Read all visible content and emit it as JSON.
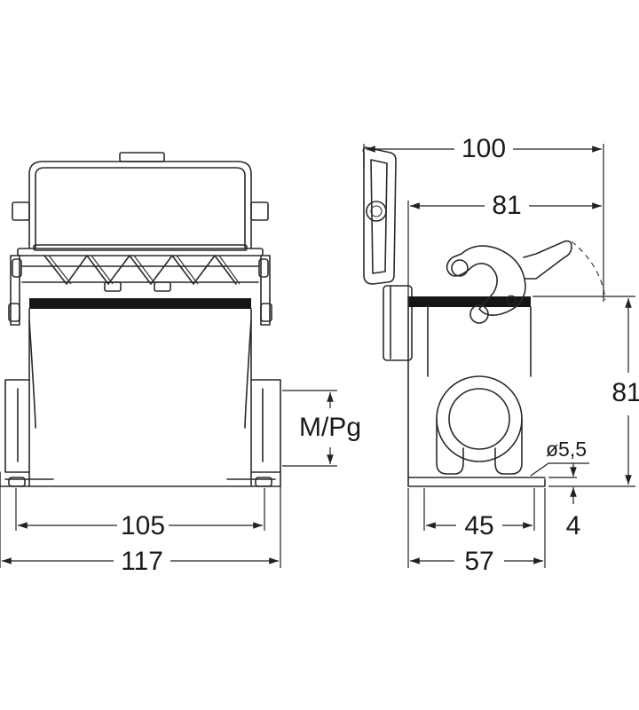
{
  "dimensions": {
    "width_total": "117",
    "hole_spacing": "105",
    "thread": "M/Pg",
    "depth_total": "100",
    "depth_body": "81",
    "height": "81",
    "base_depth": "57",
    "hole_pitch": "45",
    "hole_diameter": "ø5,5",
    "base_thickness": "4"
  }
}
